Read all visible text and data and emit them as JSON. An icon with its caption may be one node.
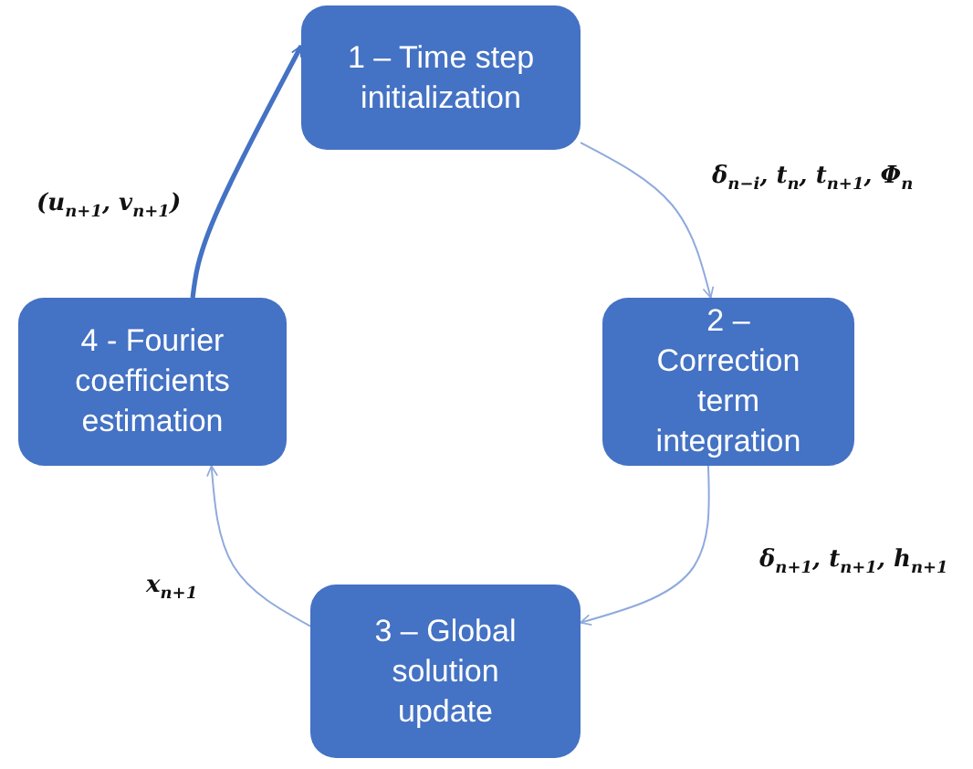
{
  "diagram": {
    "nodes": [
      {
        "text": [
          "1 – Time step initialization"
        ]
      },
      {
        "text": [
          "2 – Correction term integration"
        ]
      },
      {
        "text": [
          "3 – Global solution update"
        ]
      },
      {
        "text": [
          "4 - Fourier coefficients estimation"
        ]
      }
    ],
    "edges": [
      {
        "from": 0,
        "to": 1,
        "arrow": "to",
        "label": "δ$_{n−i}$, t$_{n}$, t$_{n+1}$, Φ$_{n}$"
      },
      {
        "from": 1,
        "to": 2,
        "arrow": "to",
        "label": "δ$_{n+1}$, t$_{n+1}$, h$_{n+1}$"
      },
      {
        "from": 2,
        "to": 3,
        "arrow": "to",
        "label": "x$_{n+1}$"
      },
      {
        "from": 3,
        "to": 0,
        "arrow": "to",
        "label": "(u$_{n+1}$, v$_{n+1}$)",
        "style": "thick",
        "color": "#4472c4"
      }
    ]
  }
}
